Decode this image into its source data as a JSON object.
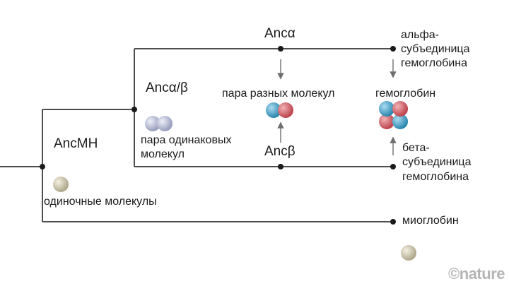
{
  "nodes": {
    "ancmh": "AncMH",
    "anc_alpha_beta": "Ancα/β",
    "anc_alpha": "Ancα",
    "anc_beta": "Ancβ"
  },
  "labels": {
    "single_molecules": "одиночные молекулы",
    "identical_pair_line1": "пара одинаковых",
    "identical_pair_line2": "молекул",
    "different_pair": "пара разных молекул",
    "hemoglobin": "гемоглобин",
    "alpha_line1": "альфа-",
    "alpha_line2": "субъединица",
    "alpha_line3": "гемоглобина",
    "beta_line1": "бета-",
    "beta_line2": "субъединица",
    "beta_line3": "гемоглобина",
    "myoglobin": "миоглобин"
  },
  "watermark": "©nature",
  "colors": {
    "line": "#4d4d4d",
    "node": "#1a1a1a",
    "arrow": "#6e6e6e",
    "ancestral_monomer": "#cfc9b0",
    "identical_pair": "#c3c8de",
    "alpha_subunit": "#e2747a",
    "beta_subunit": "#5aaed3"
  }
}
